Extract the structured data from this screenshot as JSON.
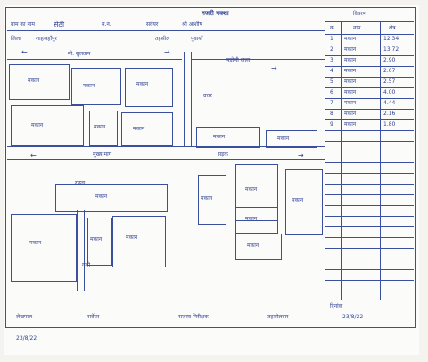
{
  "header": {
    "title": "नजरी नक्शा",
    "village_label": "ग्राम का नाम",
    "village_value": "सेठी",
    "plot_label": "म.न.",
    "officer_label": "सर्वेयर",
    "officer_value": "श्री आशीष",
    "district_label": "जिला",
    "district_value": "शाहजहाँपुर",
    "tehsil_label": "तहसील",
    "tehsil_value": "पुवायाँ"
  },
  "map": {
    "road_top": "मो. सुलतान",
    "road_right": "पड़ोसी वाला",
    "road_middle": "मुख्य मार्ग",
    "road_lower": "सड़क",
    "north_label": "उत्तर",
    "road_small": "रास्ता",
    "road_lower_left": "गली",
    "houses": [
      {
        "name": "h1",
        "label": "मकान"
      },
      {
        "name": "h2",
        "label": "मकान"
      },
      {
        "name": "h3",
        "label": "मकान"
      },
      {
        "name": "h4",
        "label": "मकान"
      },
      {
        "name": "h5",
        "label": "मकान"
      },
      {
        "name": "h6",
        "label": "मकान"
      },
      {
        "name": "h7",
        "label": "मकान"
      },
      {
        "name": "h8",
        "label": "मकान"
      },
      {
        "name": "h9",
        "label": "मकान"
      },
      {
        "name": "h10",
        "label": "मकान"
      },
      {
        "name": "h11",
        "label": "मकान"
      },
      {
        "name": "h12",
        "label": "मकान"
      },
      {
        "name": "h13",
        "label": "मकान"
      },
      {
        "name": "h14",
        "label": "मकान"
      },
      {
        "name": "h15",
        "label": "मकान"
      },
      {
        "name": "h16",
        "label": "मकान"
      },
      {
        "name": "h17",
        "label": "मकान"
      }
    ]
  },
  "table": {
    "title": "विवरण",
    "col_no": "क्र.",
    "col_name": "नाम",
    "col_area": "क्षेत्र",
    "rows": [
      {
        "no": "1",
        "name": "मकान",
        "area": "12.34"
      },
      {
        "no": "2",
        "name": "मकान",
        "area": "13.72"
      },
      {
        "no": "3",
        "name": "मकान",
        "area": "2.90"
      },
      {
        "no": "4",
        "name": "मकान",
        "area": "2.07"
      },
      {
        "no": "5",
        "name": "मकान",
        "area": "2.57"
      },
      {
        "no": "6",
        "name": "मकान",
        "area": "4.00"
      },
      {
        "no": "7",
        "name": "मकान",
        "area": "4.44"
      },
      {
        "no": "8",
        "name": "मकान",
        "area": "2.16"
      },
      {
        "no": "9",
        "name": "मकान",
        "area": "1.80"
      }
    ],
    "footer_label": "दिनांक"
  },
  "signatures": {
    "sig1": "लेखपाल",
    "sig2": "सर्वेयर",
    "sig3": "राजस्व निरीक्षक",
    "sig4": "तहसीलदार",
    "date1": "23/8/22",
    "date2": "23/8/22"
  },
  "colors": {
    "ink": "#2e3f94",
    "paper": "#fbfbf9"
  }
}
